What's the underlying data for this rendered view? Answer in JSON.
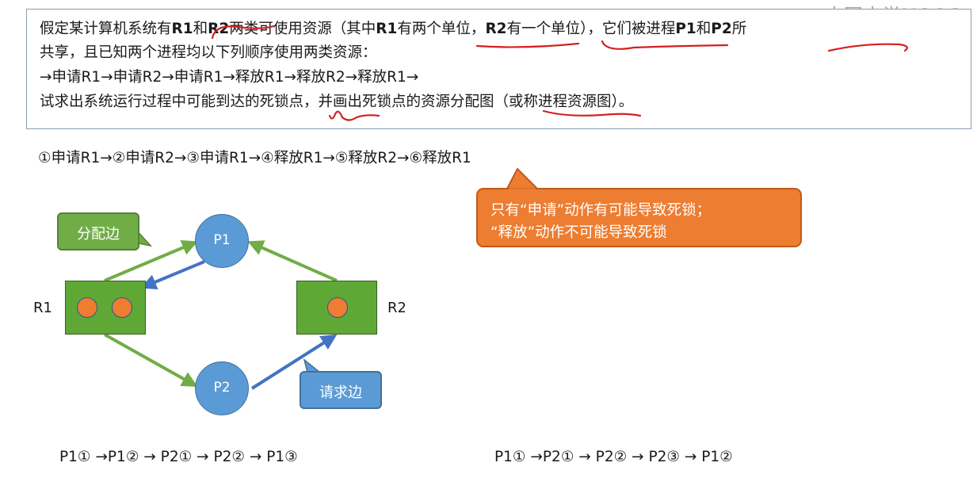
{
  "watermark": "中国大学MOOC",
  "problem": {
    "line1": [
      "假定某计算机系统有",
      "R1",
      "和",
      "R2",
      "两类可使用资源（其中",
      "R1",
      "有两个单位，",
      "R2",
      "有一个单位），它们被进程",
      "P1",
      "和",
      "P2",
      "所"
    ],
    "line2": "共享，且已知两个进程均以下列顺序使用两类资源：",
    "line3": "→申请R1→申请R2→申请R1→释放R1→释放R2→释放R1→",
    "line4": "试求出系统运行过程中可能到达的死锁点，并画出死锁点的资源分配图（或称进程资源图）。"
  },
  "steps": "①申请R1→②申请R2→③申请R1→④释放R1→⑤释放R2→⑥释放R1",
  "callout": {
    "line1": "只有“申请”动作有可能导致死锁；",
    "line2": "“释放”动作不可能导致死锁"
  },
  "diagram": {
    "alloc_label": "分配边",
    "request_label": "请求边",
    "p1": "P1",
    "p2": "P2",
    "r1": "R1",
    "r2": "R2",
    "r1_units": 2,
    "r2_units": 1
  },
  "sequences": {
    "left": "P1①  →P1② → P2①  → P2② → P1③",
    "right": "P1①  →P2① → P2②  → P2③ → P1②"
  },
  "colors": {
    "green": "#70ad47",
    "blue": "#5b9bd5",
    "orange": "#ed7d31",
    "annotation_red": "#d42020",
    "edge_blue": "#4472c4"
  }
}
